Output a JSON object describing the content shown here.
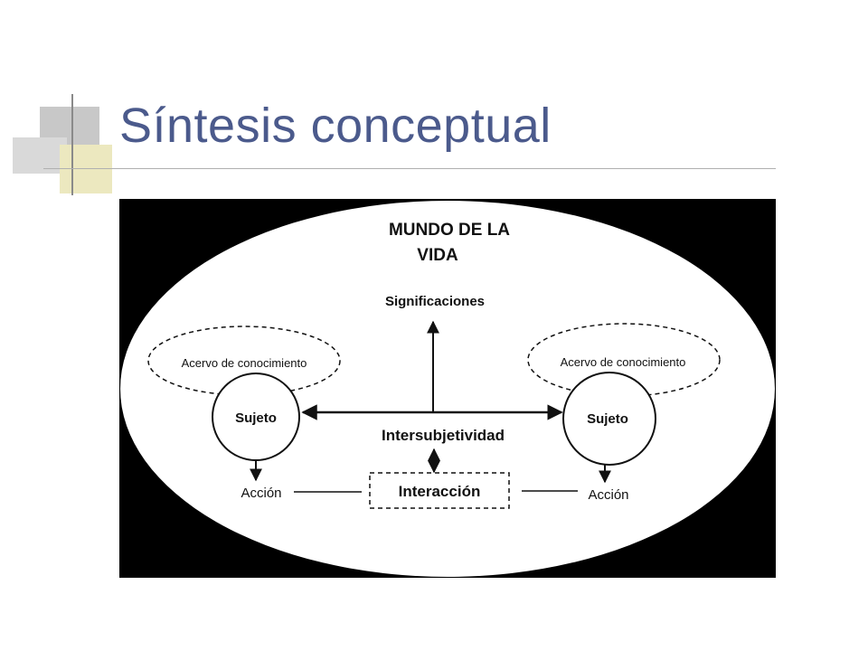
{
  "slide": {
    "title": "Síntesis conceptual"
  },
  "diagram": {
    "world_label_line1": "MUNDO DE LA",
    "world_label_line2": "VIDA",
    "significations": "Significaciones",
    "intersubjectivity": "Intersubjetividad",
    "interaction": "Interacción",
    "left": {
      "knowledge_stock": "Acervo de conocimiento",
      "subject": "Sujeto",
      "action": "Acción"
    },
    "right": {
      "knowledge_stock": "Acervo de conocimiento",
      "subject": "Sujeto",
      "action": "Acción"
    }
  }
}
